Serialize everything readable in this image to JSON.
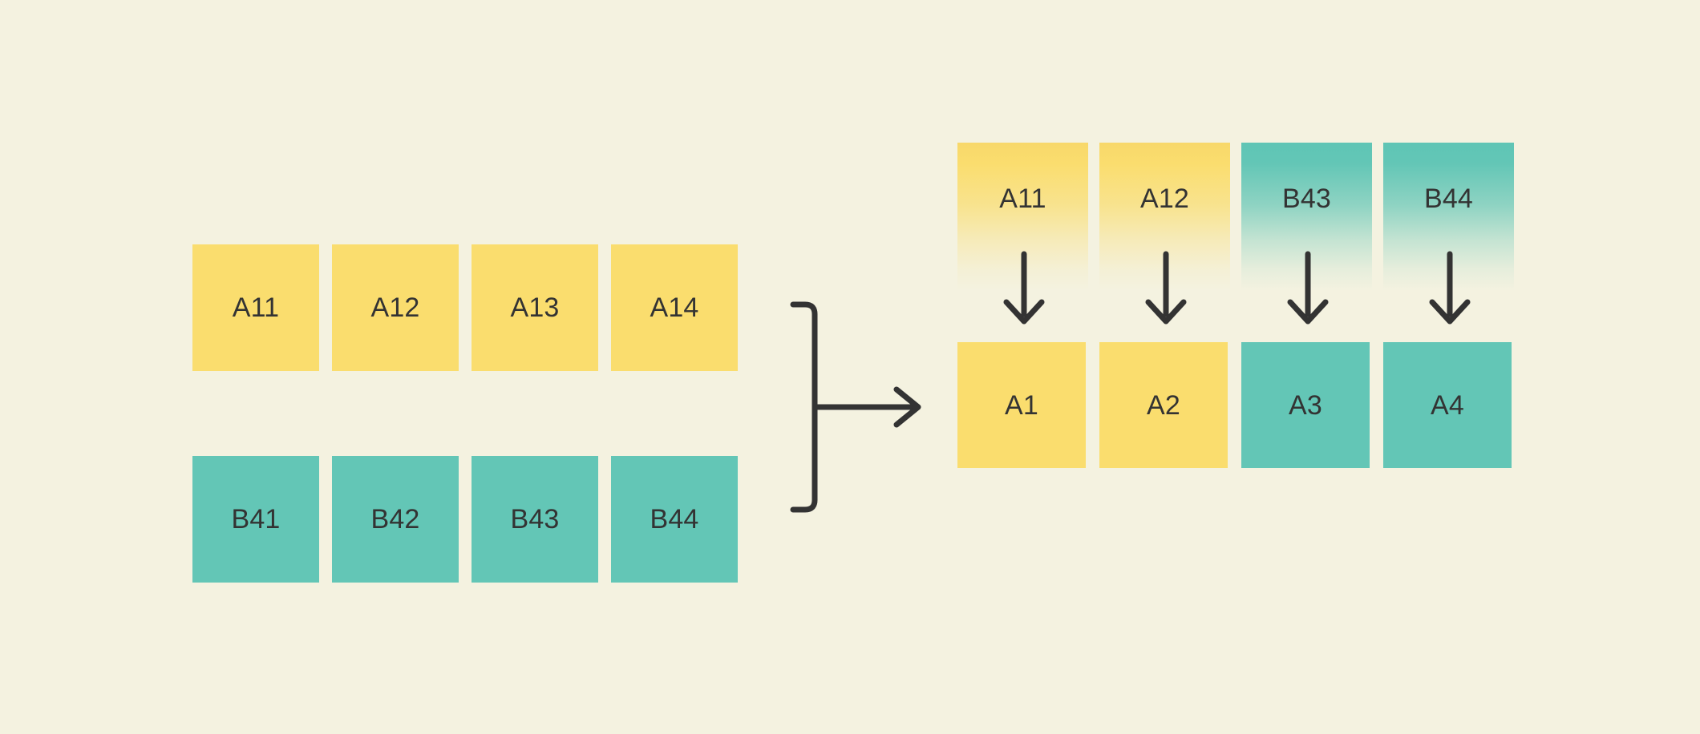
{
  "diagram": {
    "title": "Array split and reduce diagram",
    "background_color": "#F4F2E0",
    "colors": {
      "yellow": "#FADD6E",
      "teal": "#63C6B6",
      "stroke": "#333333",
      "text": "#333333"
    },
    "input": {
      "rows": [
        {
          "name": "row-a",
          "color": "#FADD6E",
          "cells": [
            {
              "label": "A11"
            },
            {
              "label": "A12"
            },
            {
              "label": "A13"
            },
            {
              "label": "A14"
            }
          ]
        },
        {
          "name": "row-b",
          "color": "#63C6B6",
          "cells": [
            {
              "label": "B41"
            },
            {
              "label": "B42"
            },
            {
              "label": "B43"
            },
            {
              "label": "B44"
            }
          ]
        }
      ]
    },
    "connector": {
      "type": "brace-arrow",
      "direction": "right"
    },
    "output": {
      "source_row": {
        "name": "selected-sources",
        "cells": [
          {
            "label": "A11",
            "color": "#FADD6E"
          },
          {
            "label": "A12",
            "color": "#FADD6E"
          },
          {
            "label": "B43",
            "color": "#63C6B6"
          },
          {
            "label": "B44",
            "color": "#63C6B6"
          }
        ]
      },
      "result_row": {
        "name": "results",
        "cells": [
          {
            "label": "A1",
            "color": "#FADD6E"
          },
          {
            "label": "A2",
            "color": "#FADD6E"
          },
          {
            "label": "A3",
            "color": "#63C6B6"
          },
          {
            "label": "A4",
            "color": "#63C6B6"
          }
        ]
      },
      "arrows": [
        {
          "name": "down-arrow-1"
        },
        {
          "name": "down-arrow-2"
        },
        {
          "name": "down-arrow-3"
        },
        {
          "name": "down-arrow-4"
        }
      ]
    }
  }
}
